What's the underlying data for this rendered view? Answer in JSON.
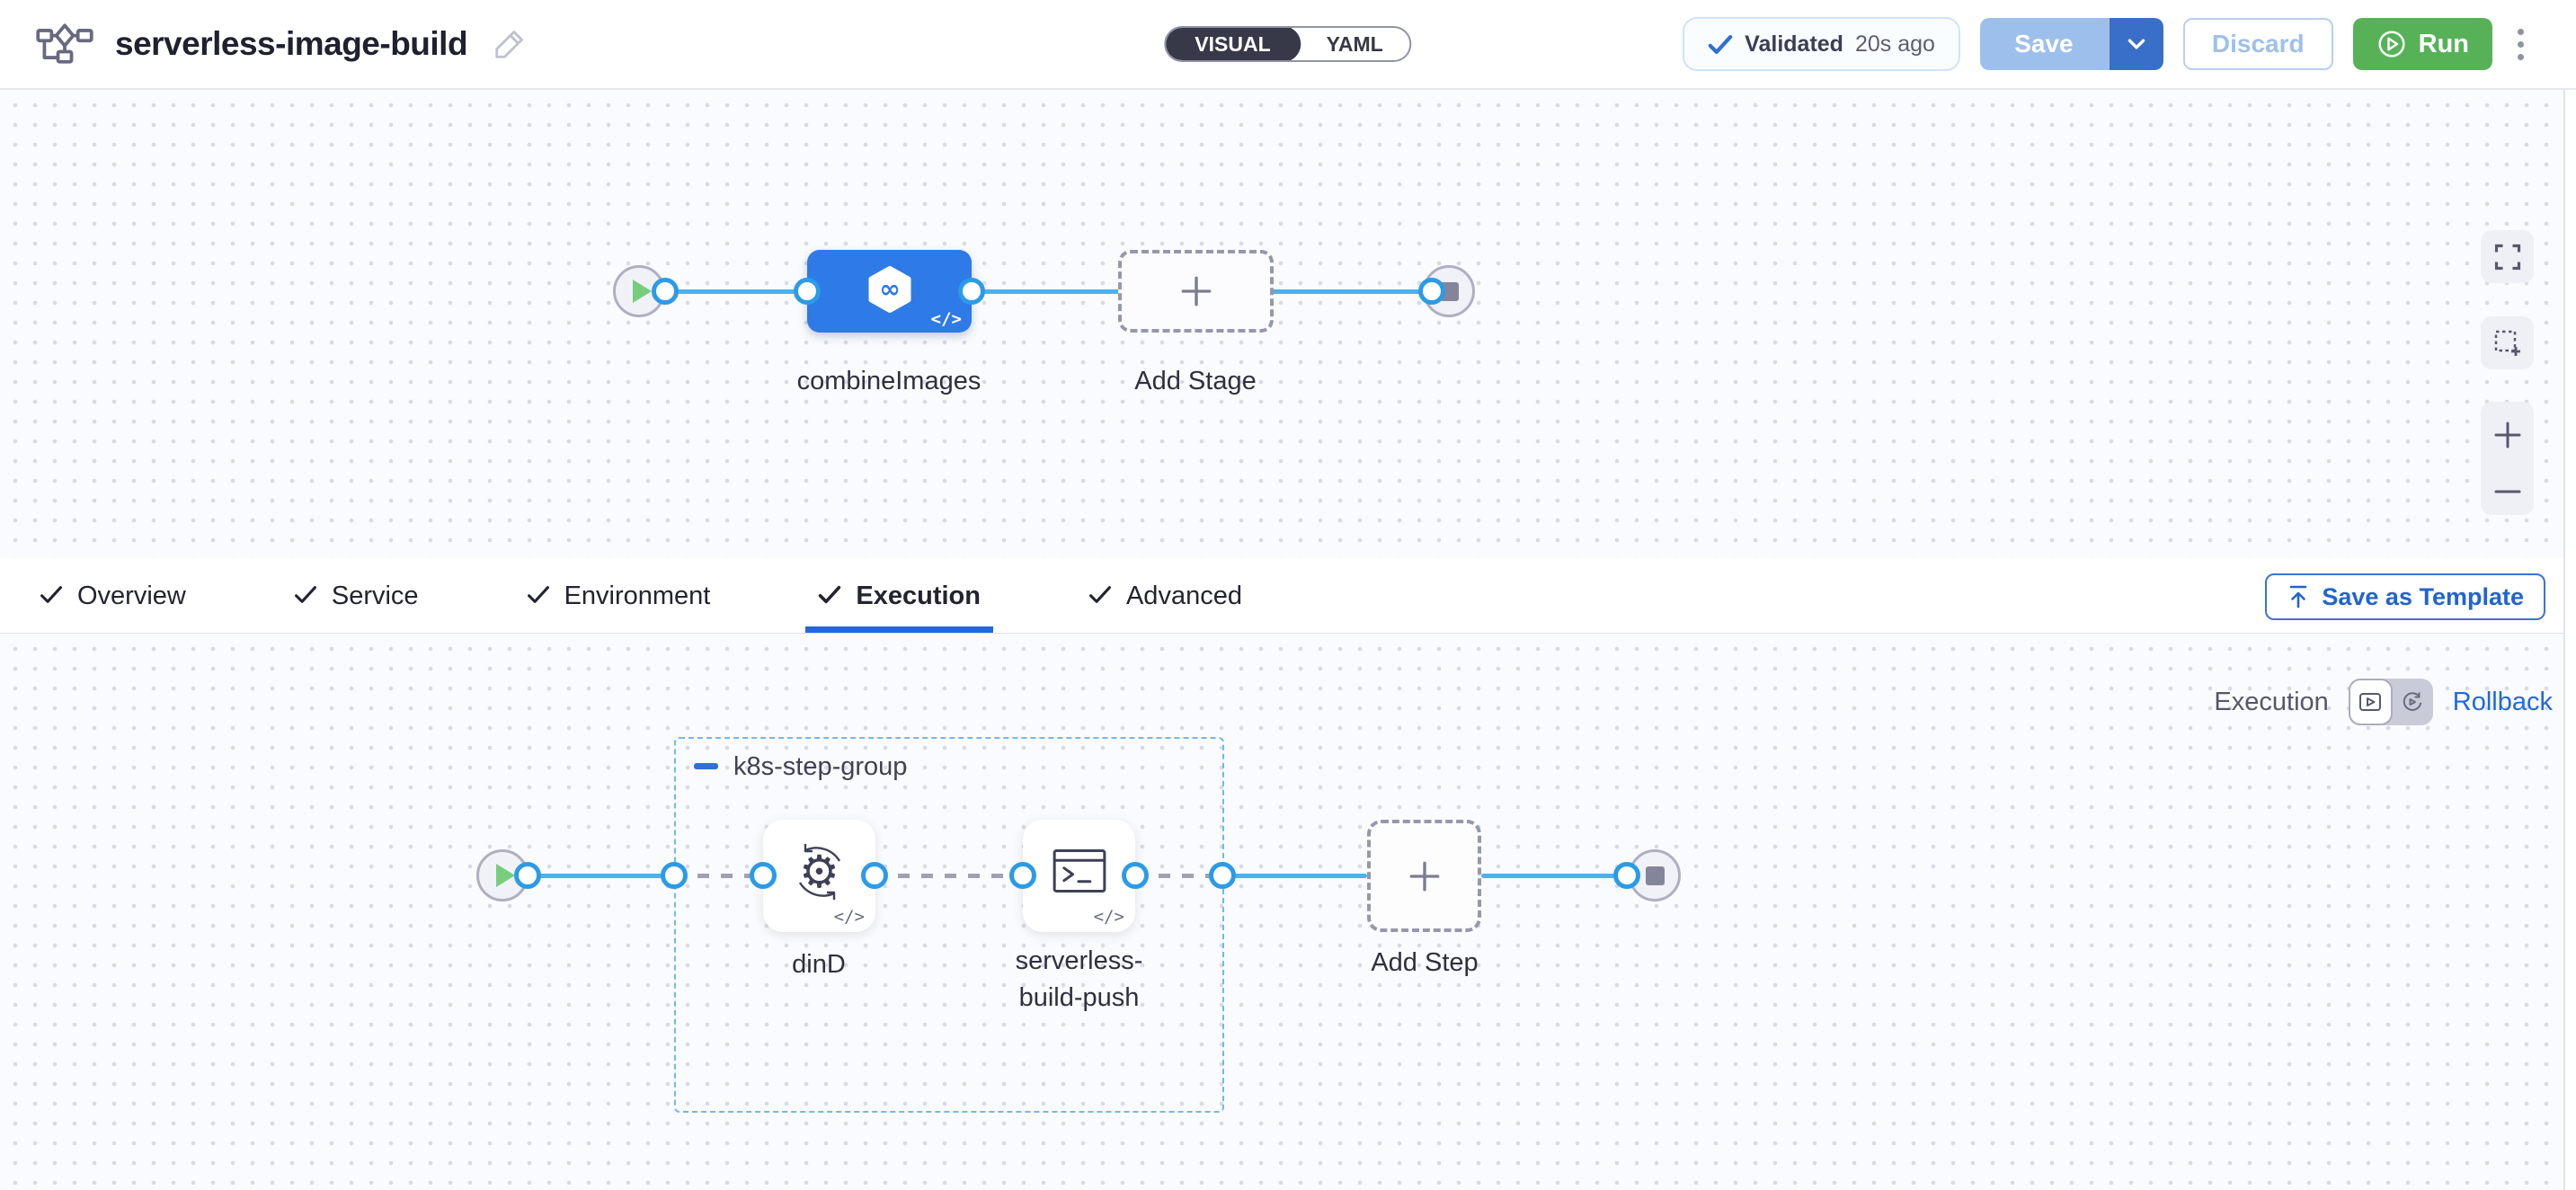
{
  "header": {
    "title": "serverless-image-build",
    "mode_toggle": {
      "visual_label": "VISUAL",
      "yaml_label": "YAML",
      "active": "VISUAL"
    },
    "validation_badge": {
      "label": "Validated",
      "time": "20s ago"
    },
    "buttons": {
      "save": "Save",
      "discard": "Discard",
      "run": "Run"
    }
  },
  "stage_canvas": {
    "stage_label": "combineImages",
    "add_stage_label": "Add Stage"
  },
  "config_tabs": {
    "items": [
      {
        "label": "Overview",
        "checked": true,
        "active": false
      },
      {
        "label": "Service",
        "checked": true,
        "active": false
      },
      {
        "label": "Environment",
        "checked": true,
        "active": false
      },
      {
        "label": "Execution",
        "checked": true,
        "active": true
      },
      {
        "label": "Advanced",
        "checked": true,
        "active": false
      }
    ],
    "save_as_template_label": "Save as Template"
  },
  "execution_canvas": {
    "mode_label": "Execution",
    "rollback_label": "Rollback",
    "group_label": "k8s-step-group",
    "steps": [
      {
        "label": "dinD"
      },
      {
        "label": "serverless-build-push"
      }
    ],
    "add_step_label": "Add Step"
  },
  "code_badge": "</>",
  "icons": {
    "pipeline": "flowchart glyph",
    "edit": "pencil",
    "validated_check": "checkmark",
    "save_caret": "chevron-down",
    "run_play": "circled play",
    "more": "kebab vertical dots",
    "stage": "hexagon with infinity link",
    "fullscreen": "corner brackets",
    "marquee": "dashed selection square",
    "zoom_in": "plus",
    "zoom_out": "minus",
    "tab_check": "checkmark",
    "save_template": "upload arrow",
    "execution_mode": "play in rectangle",
    "rollback_mode": "circular arrow play",
    "din_d": "gear with sync arrows",
    "serverless_step": "terminal window"
  },
  "colors": {
    "accent_blue": "#2e7ae6",
    "link_blue": "#1f68e0",
    "flow_line": "#4fb0ea",
    "connector_ring": "#2b9be8",
    "run_green": "#57b257",
    "disabled_save": "#9dbfec",
    "caret_blue": "#3a6fc9",
    "tab_underline": "#2367dd",
    "group_border": "#70b9ec",
    "toggle_dark": "#373949",
    "canvas_dot": "#d8dae4"
  }
}
